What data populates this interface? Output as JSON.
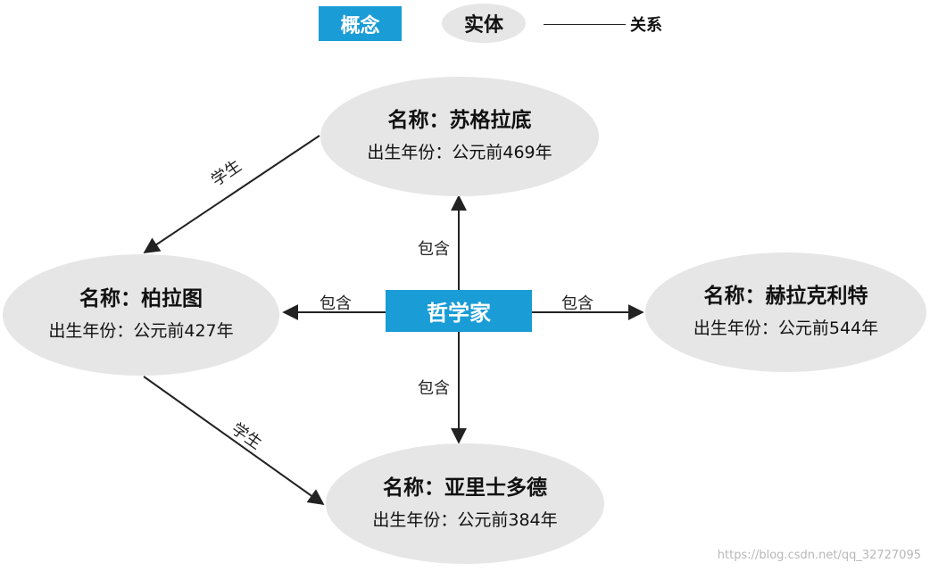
{
  "legend": {
    "concept_label": "概念",
    "entity_label": "实体",
    "relation_label": "关系"
  },
  "concept": {
    "label": "哲学家"
  },
  "entities": {
    "socrates": {
      "name": "名称：苏格拉底",
      "born": "出生年份：公元前469年"
    },
    "plato": {
      "name": "名称：柏拉图",
      "born": "出生年份：公元前427年"
    },
    "heraclitus": {
      "name": "名称：赫拉克利特",
      "born": "出生年份：公元前544年"
    },
    "aristotle": {
      "name": "名称：亚里士多德",
      "born": "出生年份：公元前384年"
    }
  },
  "relations": {
    "contains": "包含",
    "student": "学生"
  },
  "colors": {
    "concept_fill": "#1a9cd6",
    "entity_fill": "#e6e6e6",
    "line": "#222222"
  },
  "watermark": "https://blog.csdn.net/qq_32727095"
}
